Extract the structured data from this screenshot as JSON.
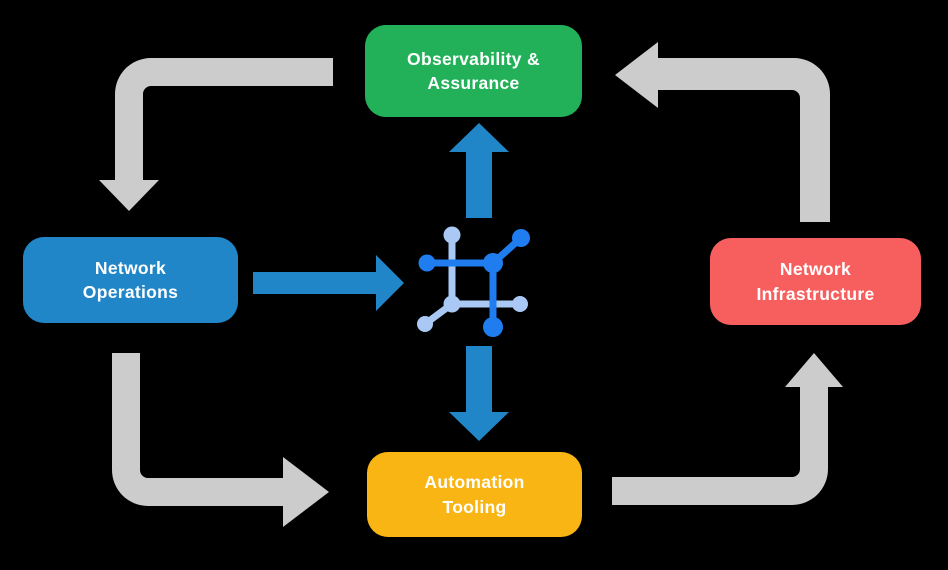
{
  "diagram": {
    "background_color": "#000000",
    "text_color": "#FFFFFF",
    "nodes": [
      {
        "id": "observability-assurance",
        "label_line1": "Observability &",
        "label_line2": "Assurance",
        "color": "#22B159"
      },
      {
        "id": "network-operations",
        "label_line1": "Network",
        "label_line2": "Operations",
        "color": "#2186C8"
      },
      {
        "id": "network-infrastructure",
        "label_line1": "Network",
        "label_line2": "Infrastructure",
        "color": "#F75F5F"
      },
      {
        "id": "automation-tooling",
        "label_line1": "Automation",
        "label_line2": "Tooling",
        "color": "#F9B513"
      }
    ],
    "center_icon": {
      "name": "network-automation-icon",
      "dark_color": "#1F7DF0",
      "light_color": "#A9C9F4"
    },
    "arrows": {
      "gray_color": "#CCCCCC",
      "blue_color": "#2186C8",
      "cycle": [
        {
          "from": "observability-assurance",
          "to": "network-operations"
        },
        {
          "from": "network-operations",
          "to": "automation-tooling"
        },
        {
          "from": "automation-tooling",
          "to": "network-infrastructure"
        },
        {
          "from": "network-infrastructure",
          "to": "observability-assurance"
        }
      ],
      "hub": [
        {
          "from": "network-operations",
          "to": "center-icon"
        },
        {
          "from": "center-icon",
          "to": "observability-assurance"
        },
        {
          "from": "center-icon",
          "to": "automation-tooling"
        }
      ]
    }
  }
}
